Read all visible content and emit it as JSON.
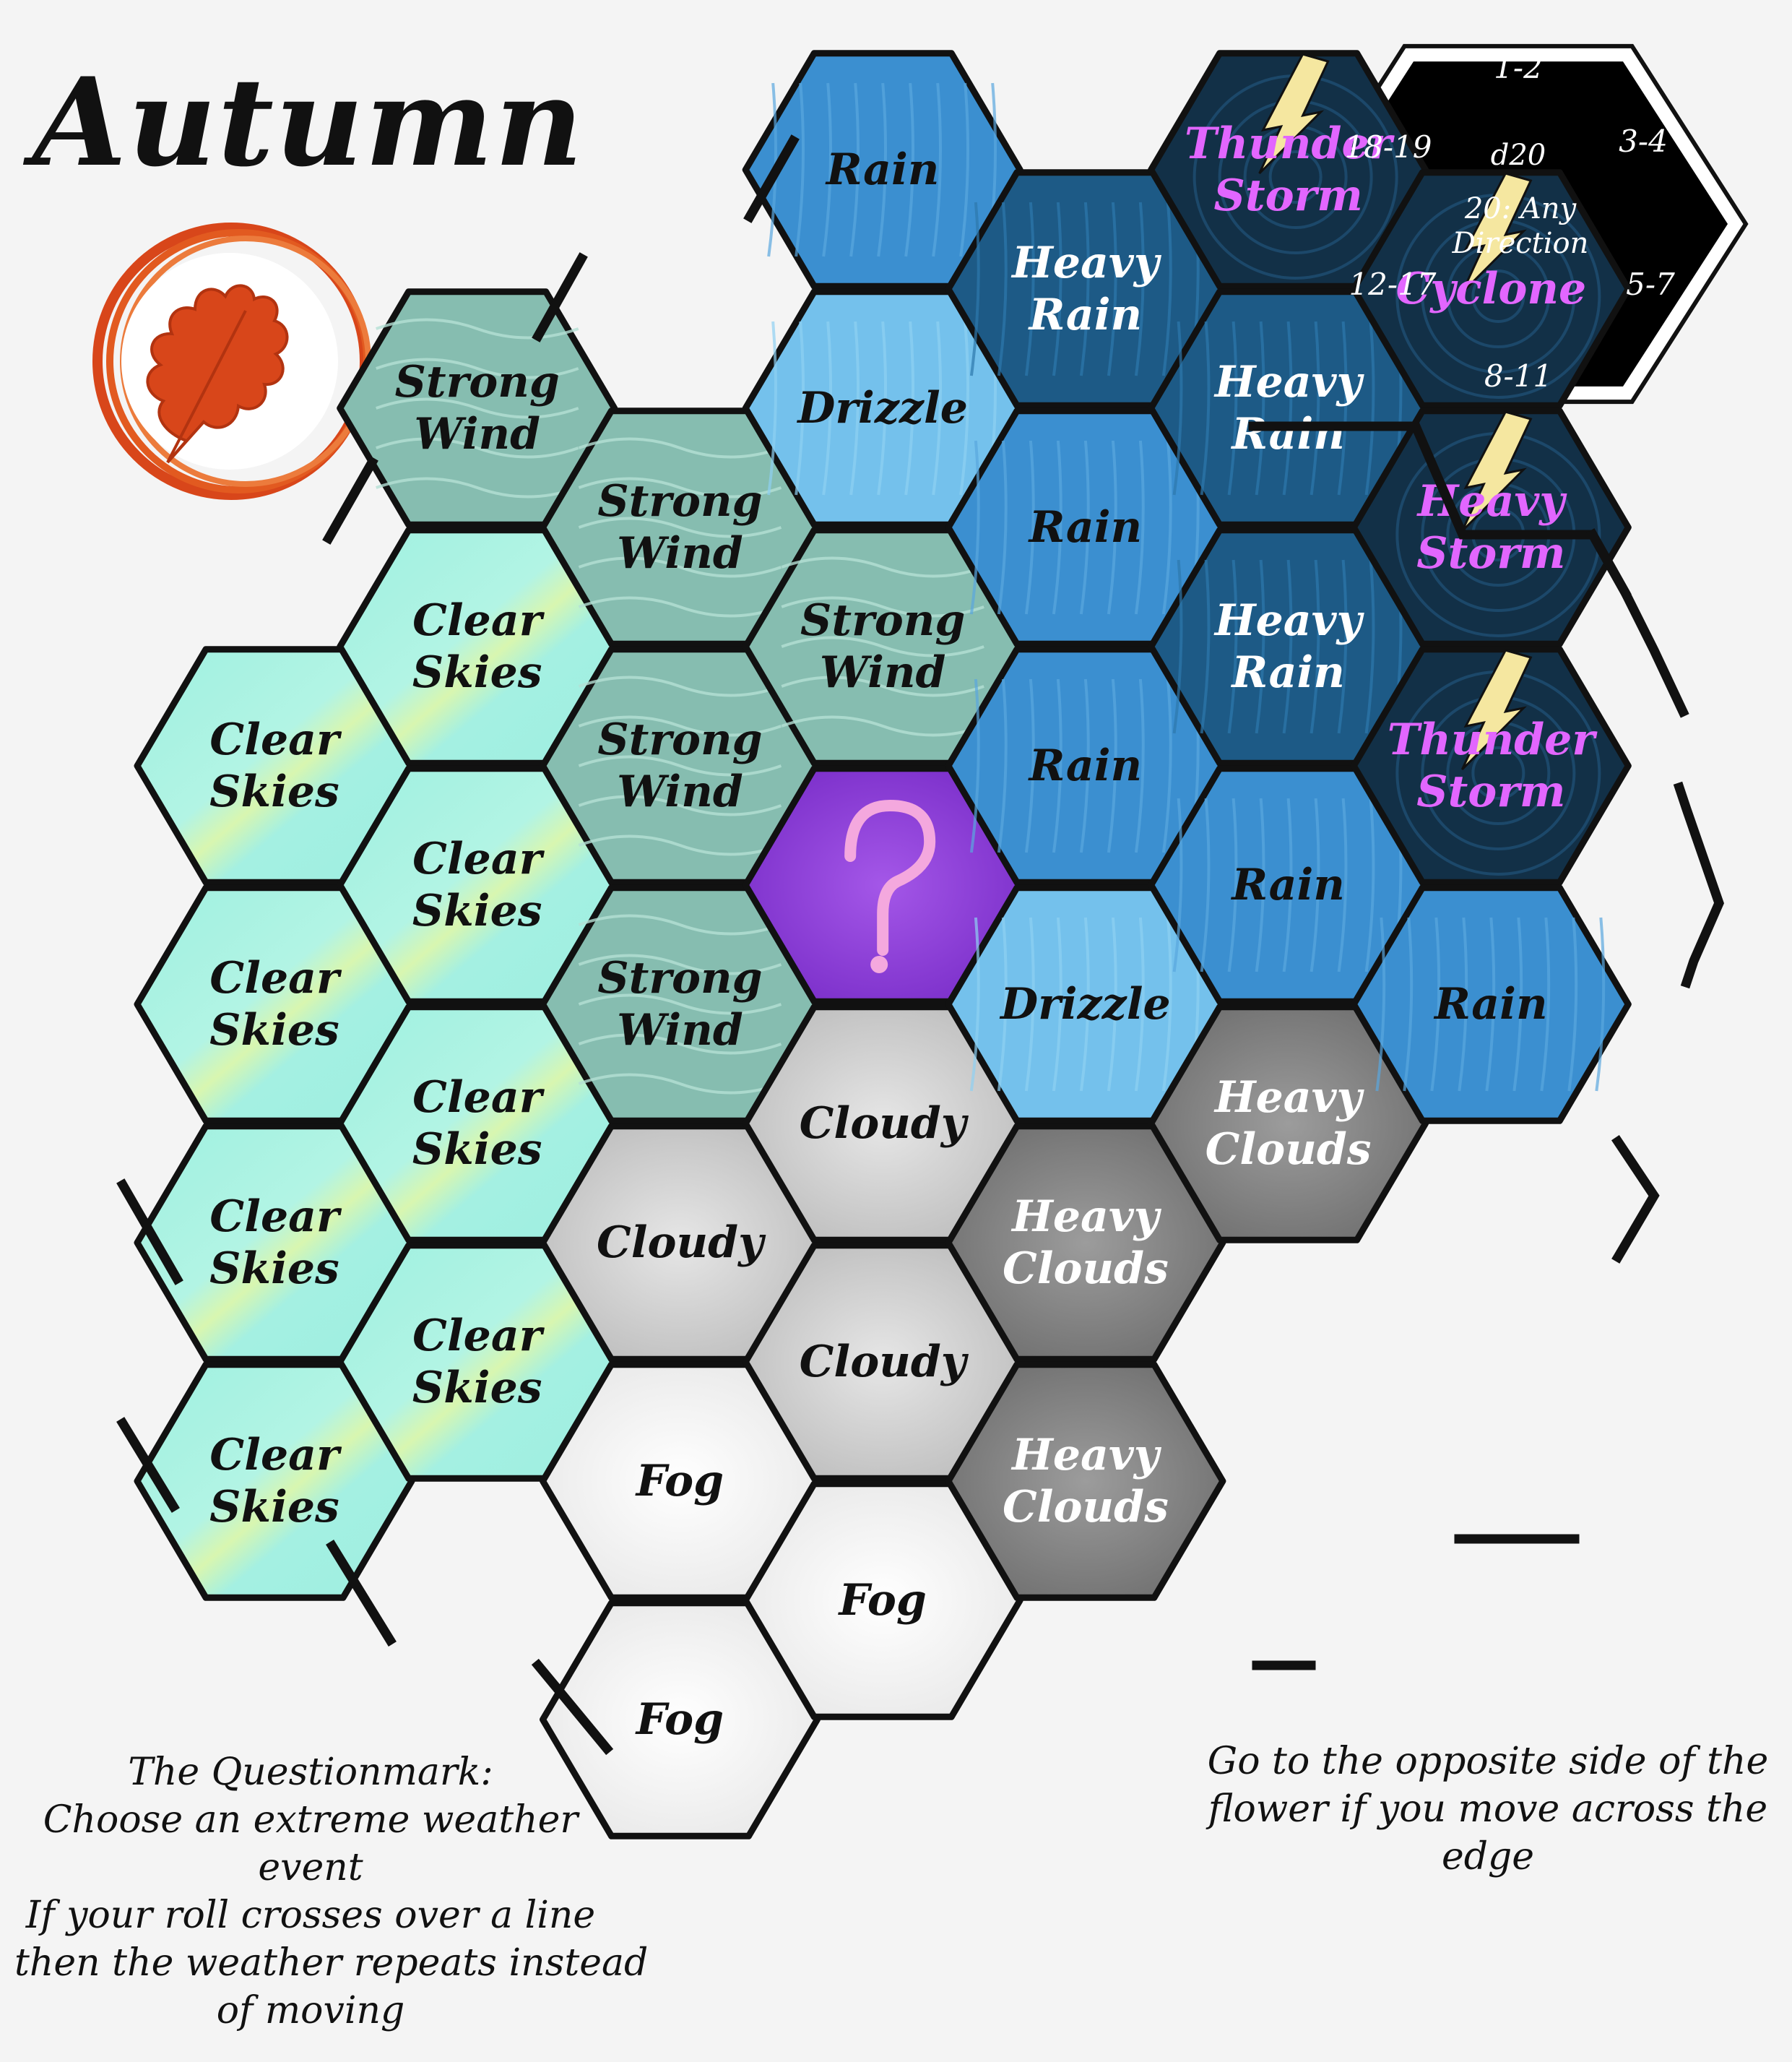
{
  "title": "Autumn",
  "season_icon": "oak-leaf-icon",
  "colors": {
    "clear_skies": "#a6f0e2",
    "strong_wind": "#86bdb0",
    "rain": "#3b8fd0",
    "drizzle": "#74c1ec",
    "heavy_rain": "#1d5a86",
    "storm": "#123047",
    "storm_text": "#e266ff",
    "question": "#8a3dd6",
    "cloudy": "#cfcfcf",
    "fog": "#f5f5f5",
    "heavy_clouds": "#8e8e8e",
    "season_accent": "#e0561f"
  },
  "compass": {
    "die": "d20",
    "top": "1-2",
    "upper_right": "3-4",
    "lower_right": "5-7",
    "bottom": "8-11",
    "lower_left": "12-17",
    "upper_left": "18-19",
    "center_line1": "20: Any",
    "center_line2": "Direction"
  },
  "hexes": [
    {
      "col": 0,
      "row": 0,
      "type": "clear_skies",
      "lines": [
        "Clear",
        "Skies"
      ]
    },
    {
      "col": 0,
      "row": 1,
      "type": "clear_skies",
      "lines": [
        "Clear",
        "Skies"
      ]
    },
    {
      "col": 0,
      "row": 2,
      "type": "clear_skies",
      "lines": [
        "Clear",
        "Skies"
      ]
    },
    {
      "col": 0,
      "row": 3,
      "type": "clear_skies",
      "lines": [
        "Clear",
        "Skies"
      ]
    },
    {
      "col": 1,
      "row": -1,
      "type": "strong_wind",
      "lines": [
        "Strong",
        "Wind"
      ]
    },
    {
      "col": 1,
      "row": 0,
      "type": "clear_skies",
      "lines": [
        "Clear",
        "Skies"
      ]
    },
    {
      "col": 1,
      "row": 1,
      "type": "clear_skies",
      "lines": [
        "Clear",
        "Skies"
      ]
    },
    {
      "col": 1,
      "row": 2,
      "type": "clear_skies",
      "lines": [
        "Clear",
        "Skies"
      ]
    },
    {
      "col": 1,
      "row": 3,
      "type": "clear_skies",
      "lines": [
        "Clear",
        "Skies"
      ]
    },
    {
      "col": 2,
      "row": -1,
      "type": "strong_wind",
      "lines": [
        "Strong",
        "Wind"
      ]
    },
    {
      "col": 2,
      "row": 0,
      "type": "strong_wind",
      "lines": [
        "Strong",
        "Wind"
      ]
    },
    {
      "col": 2,
      "row": 1,
      "type": "strong_wind",
      "lines": [
        "Strong",
        "Wind"
      ]
    },
    {
      "col": 2,
      "row": 2,
      "type": "cloudy",
      "lines": [
        "Cloudy"
      ]
    },
    {
      "col": 2,
      "row": 3,
      "type": "fog",
      "lines": [
        "Fog"
      ]
    },
    {
      "col": 2,
      "row": 4,
      "type": "fog",
      "lines": [
        "Fog"
      ]
    },
    {
      "col": 3,
      "row": -2,
      "type": "rain",
      "lines": [
        "Rain"
      ]
    },
    {
      "col": 3,
      "row": -1,
      "type": "drizzle",
      "lines": [
        "Drizzle"
      ]
    },
    {
      "col": 3,
      "row": 0,
      "type": "strong_wind",
      "lines": [
        "Strong",
        "Wind"
      ]
    },
    {
      "col": 3,
      "row": 1,
      "type": "question",
      "lines": [
        "?"
      ]
    },
    {
      "col": 3,
      "row": 2,
      "type": "cloudy",
      "lines": [
        "Cloudy"
      ]
    },
    {
      "col": 3,
      "row": 3,
      "type": "cloudy",
      "lines": [
        "Cloudy"
      ]
    },
    {
      "col": 3,
      "row": 4,
      "type": "fog",
      "lines": [
        "Fog"
      ]
    },
    {
      "col": 4,
      "row": -2,
      "type": "heavy_rain",
      "lines": [
        "Heavy",
        "Rain"
      ]
    },
    {
      "col": 4,
      "row": -1,
      "type": "rain",
      "lines": [
        "Rain"
      ]
    },
    {
      "col": 4,
      "row": 0,
      "type": "rain",
      "lines": [
        "Rain"
      ]
    },
    {
      "col": 4,
      "row": 1,
      "type": "drizzle",
      "lines": [
        "Drizzle"
      ]
    },
    {
      "col": 4,
      "row": 2,
      "type": "heavy_clouds",
      "lines": [
        "Heavy",
        "Clouds"
      ]
    },
    {
      "col": 4,
      "row": 3,
      "type": "heavy_clouds",
      "lines": [
        "Heavy",
        "Clouds"
      ]
    },
    {
      "col": 5,
      "row": -2,
      "type": "storm",
      "lines": [
        "Thunder",
        "Storm"
      ]
    },
    {
      "col": 5,
      "row": -1,
      "type": "heavy_rain",
      "lines": [
        "Heavy",
        "Rain"
      ]
    },
    {
      "col": 5,
      "row": 0,
      "type": "heavy_rain",
      "lines": [
        "Heavy",
        "Rain"
      ]
    },
    {
      "col": 5,
      "row": 1,
      "type": "rain",
      "lines": [
        "Rain"
      ]
    },
    {
      "col": 5,
      "row": 2,
      "type": "heavy_clouds",
      "lines": [
        "Heavy",
        "Clouds"
      ]
    },
    {
      "col": 6,
      "row": -2,
      "type": "storm",
      "lines": [
        "Cyclone"
      ]
    },
    {
      "col": 6,
      "row": -1,
      "type": "storm",
      "lines": [
        "Heavy",
        "Storm"
      ]
    },
    {
      "col": 6,
      "row": 0,
      "type": "storm",
      "lines": [
        "Thunder",
        "Storm"
      ]
    },
    {
      "col": 6,
      "row": 1,
      "type": "rain",
      "lines": [
        "Rain"
      ]
    }
  ],
  "notes": {
    "left": [
      "The Questionmark:",
      "Choose an extreme weather",
      "event",
      "If your roll crosses over a line",
      "then the weather repeats instead",
      "of moving"
    ],
    "right": [
      "Go to the opposite side of the",
      "flower if you move across the",
      "edge"
    ]
  }
}
